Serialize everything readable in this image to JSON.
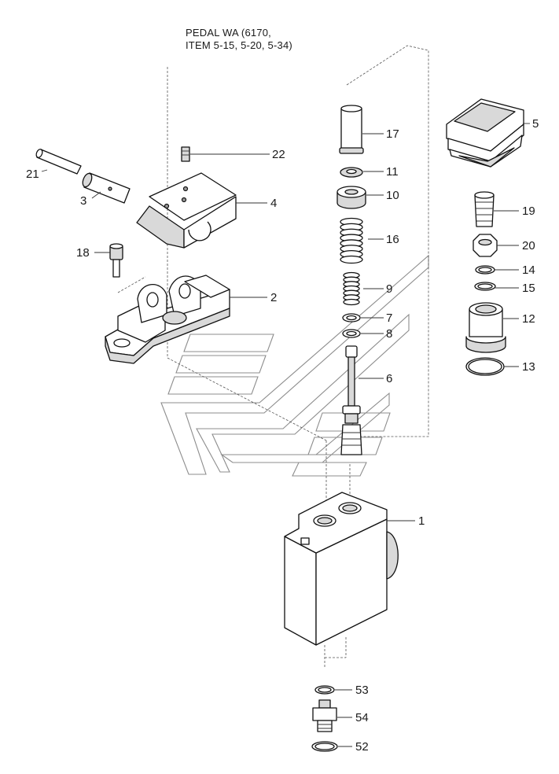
{
  "header": {
    "title_line1": "PEDAL WA (6170,",
    "title_line2": "ITEM 5-15, 5-20, 5-34)"
  },
  "callouts": [
    {
      "id": "c17",
      "text": "17"
    },
    {
      "id": "c11",
      "text": "11"
    },
    {
      "id": "c10",
      "text": "10"
    },
    {
      "id": "c16",
      "text": "16"
    },
    {
      "id": "c9",
      "text": "9"
    },
    {
      "id": "c7",
      "text": "7"
    },
    {
      "id": "c8",
      "text": "8"
    },
    {
      "id": "c6",
      "text": "6"
    },
    {
      "id": "c1",
      "text": "1"
    },
    {
      "id": "c53",
      "text": "53"
    },
    {
      "id": "c54",
      "text": "54"
    },
    {
      "id": "c52",
      "text": "52"
    },
    {
      "id": "c22",
      "text": "22"
    },
    {
      "id": "c21",
      "text": "21"
    },
    {
      "id": "c3",
      "text": "3"
    },
    {
      "id": "c4",
      "text": "4"
    },
    {
      "id": "c18",
      "text": "18"
    },
    {
      "id": "c2",
      "text": "2"
    },
    {
      "id": "c5",
      "text": "5"
    },
    {
      "id": "c19",
      "text": "19"
    },
    {
      "id": "c20",
      "text": "20"
    },
    {
      "id": "c14",
      "text": "14"
    },
    {
      "id": "c15",
      "text": "15"
    },
    {
      "id": "c12",
      "text": "12"
    },
    {
      "id": "c13",
      "text": "13"
    }
  ]
}
